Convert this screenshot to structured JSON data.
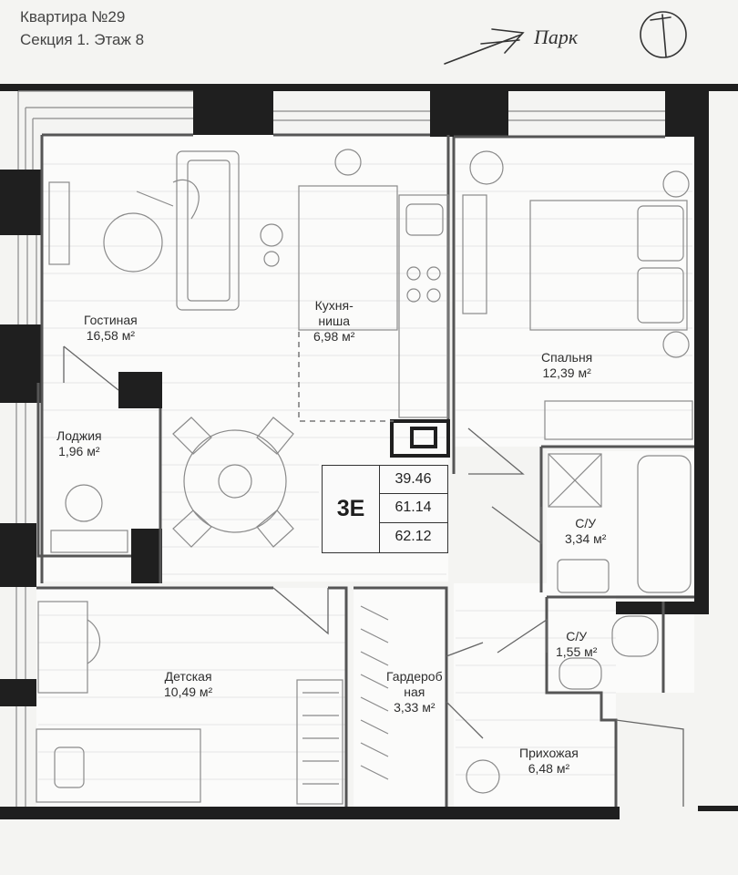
{
  "header": {
    "title": "Квартира №29",
    "subtitle": "Секция 1. Этаж 8"
  },
  "handwriting": "Парк",
  "rooms": {
    "living": {
      "name": "Гостиная",
      "area": "16,58 м²"
    },
    "kitchen": {
      "name_line1": "Кухня-",
      "name_line2": "ниша",
      "area": "6,98 м²"
    },
    "bedroom": {
      "name": "Спальня",
      "area": "12,39 м²"
    },
    "loggia": {
      "name": "Лоджия",
      "area": "1,96 м²"
    },
    "bath1": {
      "name": "С/У",
      "area": "3,34 м²"
    },
    "bath2": {
      "name": "С/У",
      "area": "1,55 м²"
    },
    "kids": {
      "name": "Детская",
      "area": "10,49 м²"
    },
    "wardrobe": {
      "name_line1": "Гардероб",
      "name_line2": "ная",
      "area": "3,33 м²"
    },
    "hall": {
      "name": "Прихожая",
      "area": "6,48 м²"
    }
  },
  "summary": {
    "code": "3E",
    "values": [
      "39.46",
      "61.14",
      "62.12"
    ]
  },
  "colors": {
    "wall": "#1f1f1f",
    "line": "#7a7a7a",
    "floor": "#fbfbfa",
    "paper": "#f4f4f2"
  }
}
